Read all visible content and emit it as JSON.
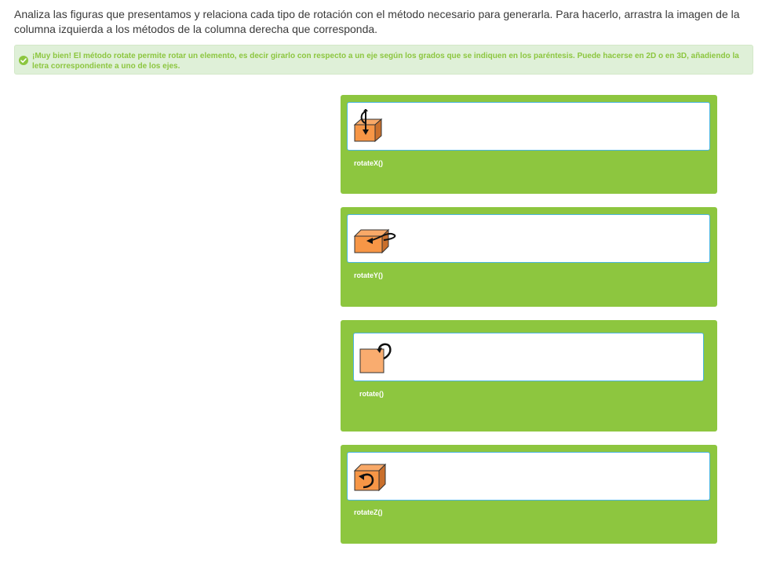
{
  "instructions": "Analiza las figuras que presentamos y relaciona cada tipo de rotación con el método necesario para generarla. Para hacerlo, arrastra la imagen de la columna izquierda a los métodos de la columna derecha que corresponda.",
  "feedback": {
    "message": "¡Muy bien! El método rotate permite rotar un elemento, es decir girarlo con respecto a un eje según los grados que se indiquen en los paréntesis. Puede hacerse en 2D o en 3D, añadiendo la letra correspondiente a uno de los ejes.",
    "status_color": "#8cc63f",
    "icon": "check-circle-icon"
  },
  "targets": [
    {
      "label": "rotateX()",
      "figure_icon": "cube-rotate-x-icon"
    },
    {
      "label": "rotateY()",
      "figure_icon": "cube-rotate-y-icon"
    },
    {
      "label": "rotate()",
      "figure_icon": "square-rotate-icon"
    },
    {
      "label": "rotateZ()",
      "figure_icon": "cube-rotate-z-icon"
    }
  ],
  "colors": {
    "card_green": "#8dc63f",
    "drop_border": "#4ab5e0",
    "cube_orange": "#f79646"
  }
}
